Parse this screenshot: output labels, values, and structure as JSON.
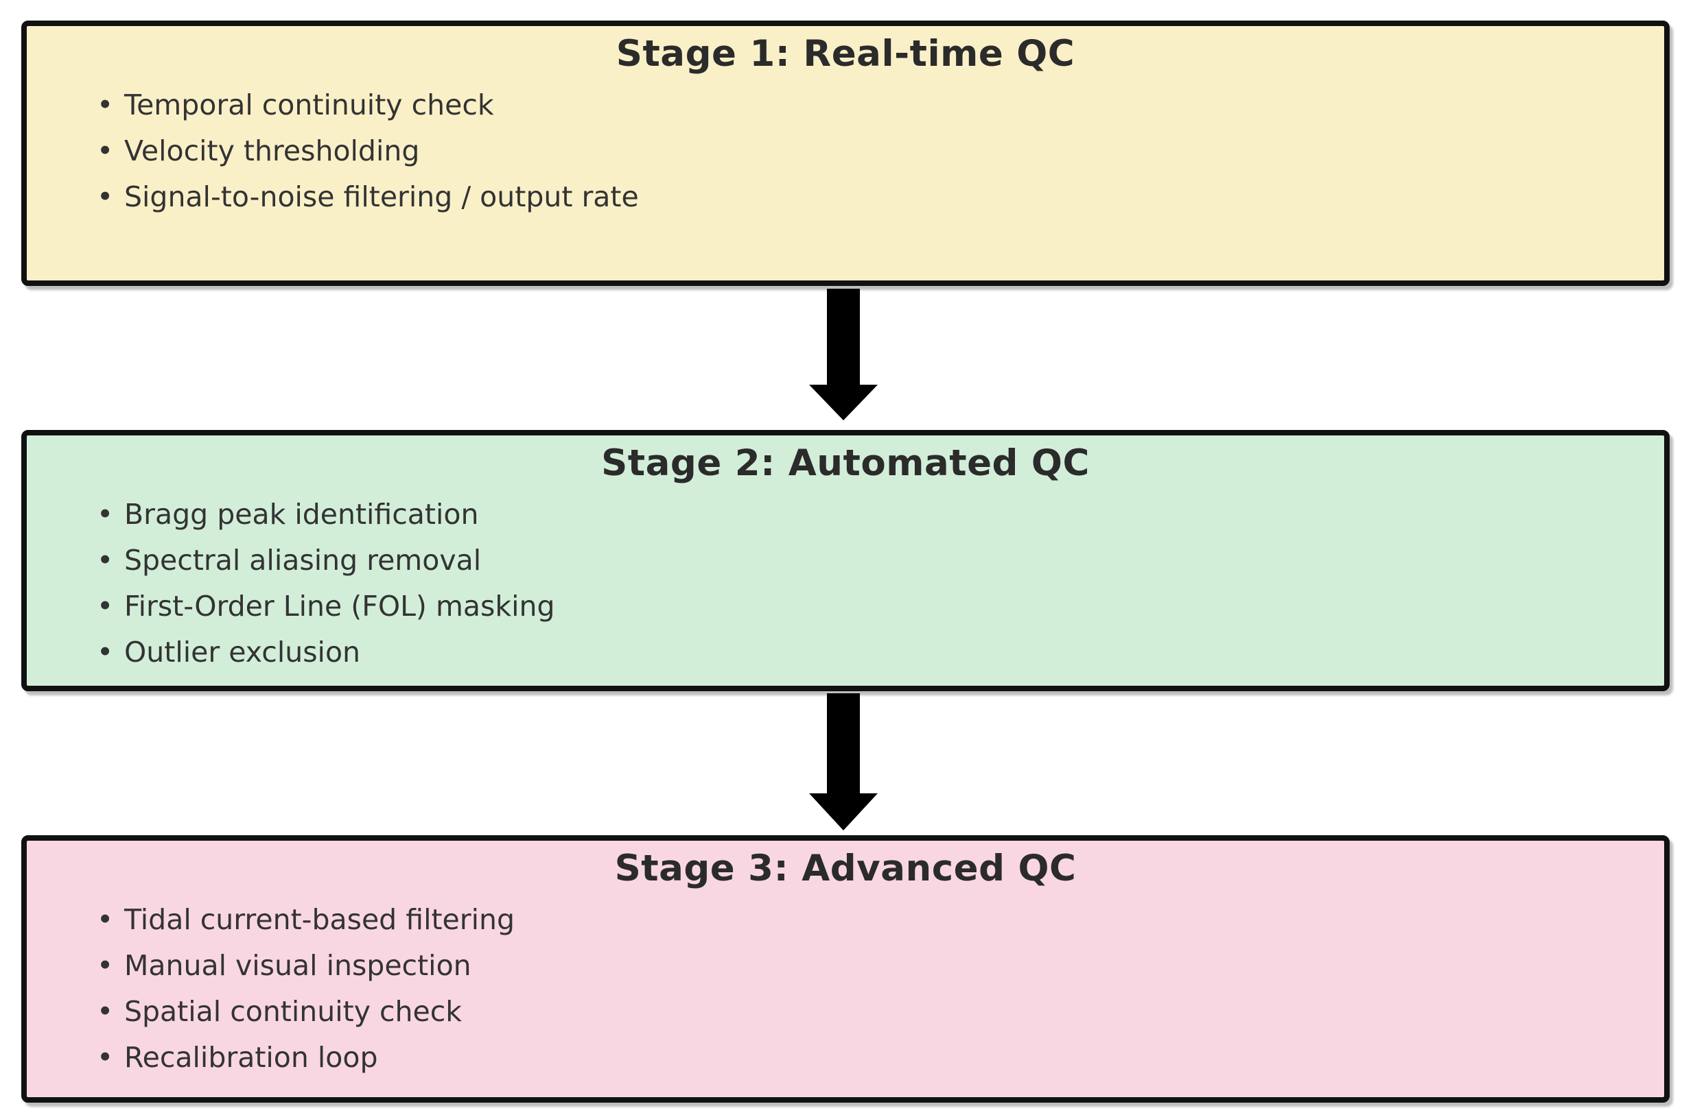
{
  "diagram": {
    "background_color": "#ffffff",
    "border_color": "#111111",
    "title_color": "#2b2b2b",
    "text_color": "#333333",
    "stages": [
      {
        "title": "Stage 1: Real-time QC",
        "fill_color": "#faf0c8",
        "items": [
          "Temporal continuity check",
          "Velocity thresholding",
          "Signal-to-noise filtering / output rate"
        ]
      },
      {
        "title": "Stage 2: Automated QC",
        "fill_color": "#d2eed9",
        "items": [
          "Bragg peak identification",
          "Spectral aliasing removal",
          "First-Order Line (FOL) masking",
          "Outlier exclusion"
        ]
      },
      {
        "title": "Stage 3: Advanced QC",
        "fill_color": "#f8d7e3",
        "items": [
          "Tidal current-based filtering",
          "Manual visual inspection",
          "Spatial continuity check",
          "Recalibration loop"
        ]
      }
    ],
    "arrows": {
      "icon": "down-arrow-icon",
      "color": "#000000",
      "count": 2
    }
  }
}
